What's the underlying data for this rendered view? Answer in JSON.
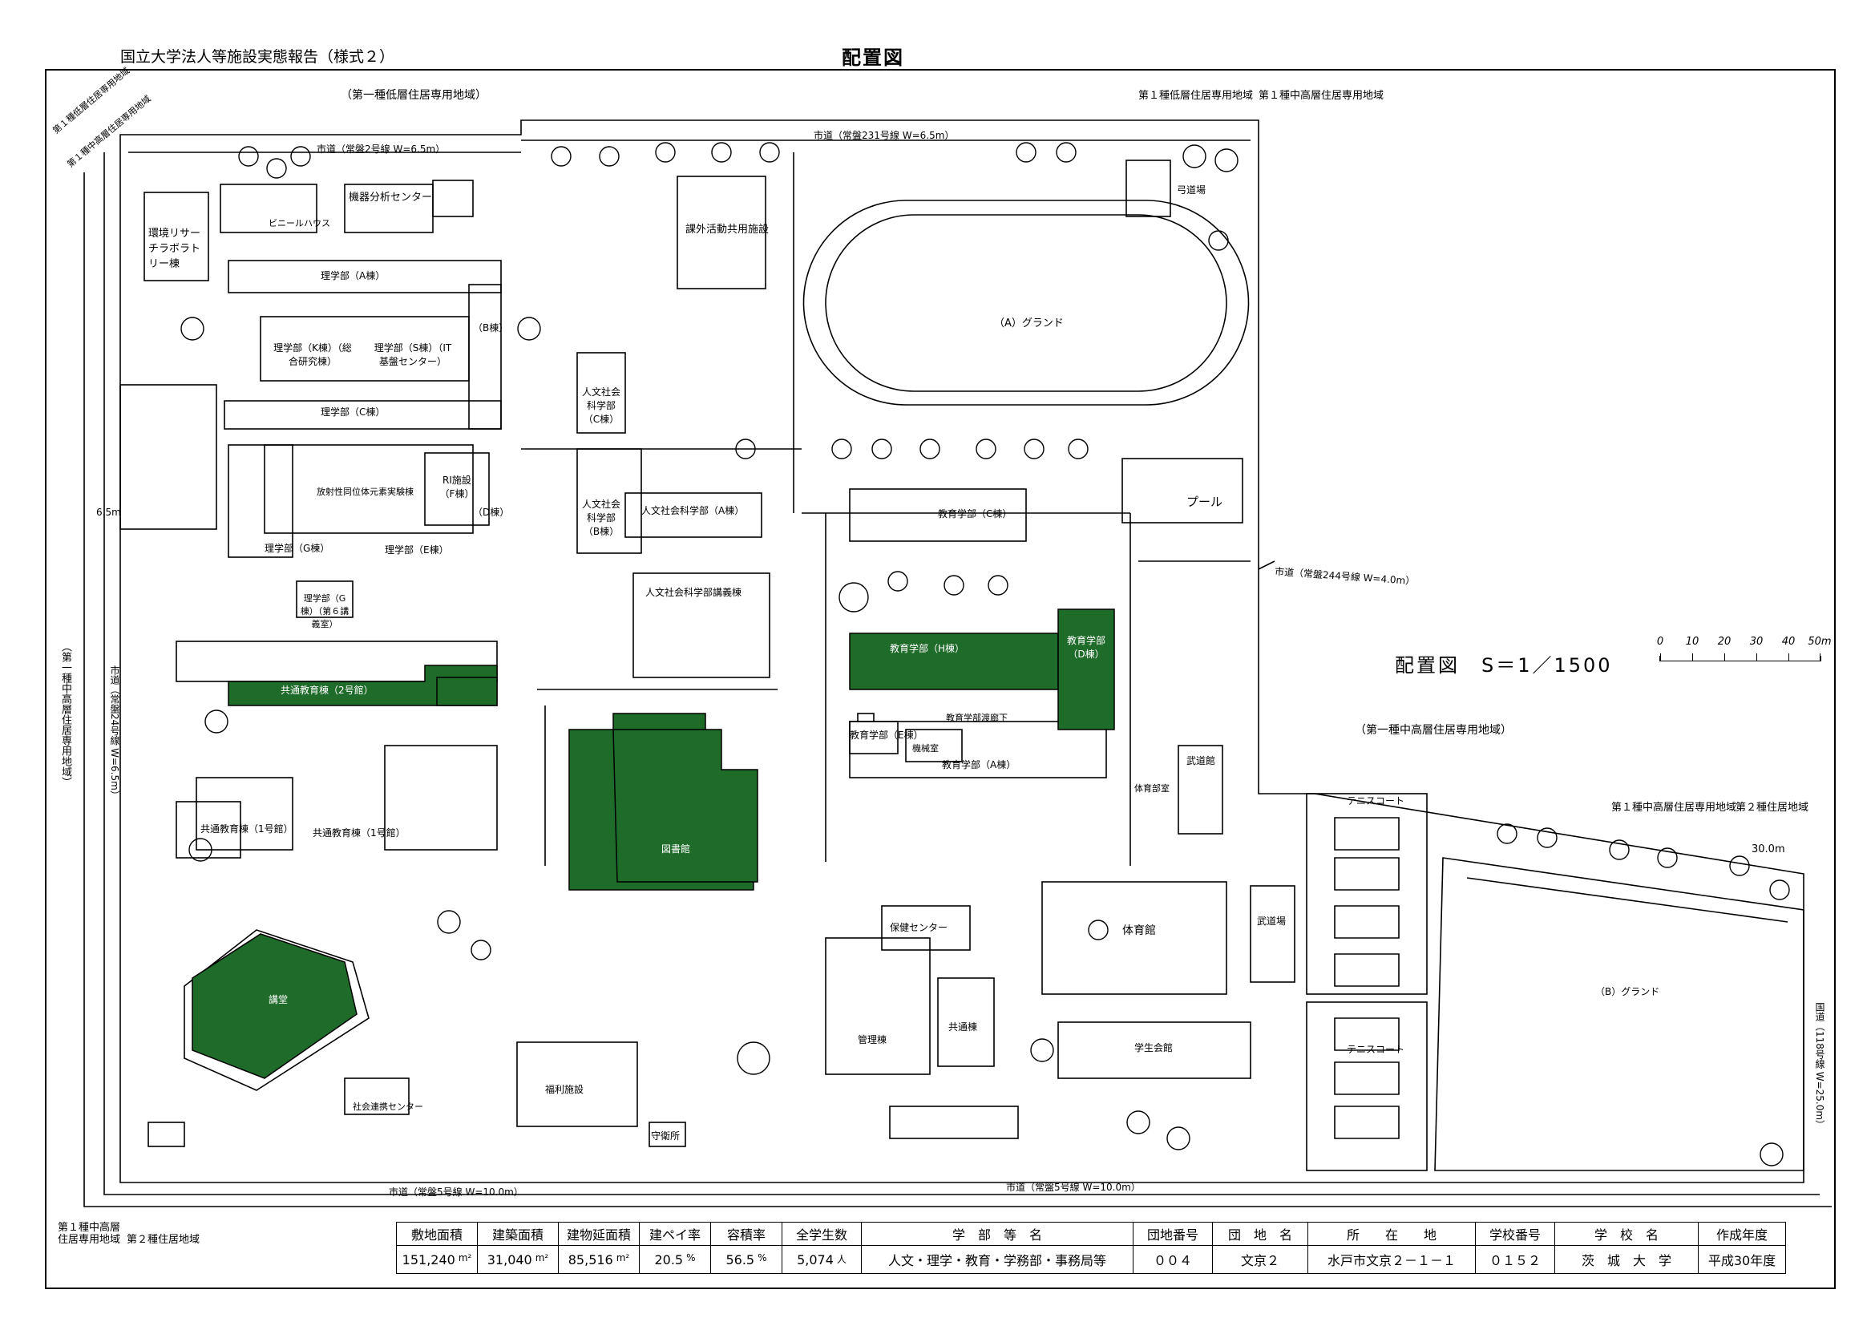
{
  "header": {
    "report_title": "国立大学法人等施設実態報告（様式２）",
    "page_title": "配置図"
  },
  "scale": {
    "title": "配置図　S＝1／1500",
    "ticks": [
      "0",
      "10",
      "20",
      "30",
      "40",
      "50m"
    ]
  },
  "zones": {
    "top_left": "（第一種低層住居専用地域）",
    "top_right_a": "第１種低層住居専用地域",
    "top_right_b": "第１種中高層住居専用地域",
    "corner_a": "第１種低層住居専用地域",
    "corner_b": "第１種中高層住居専用地域",
    "left_vertical": "（第一種中高層住居専用地域）",
    "middle_right": "（第一種中高層住居専用地域）",
    "right_a": "第１種中高層住居専用地域",
    "right_b": "第２種住居地域",
    "bottom_left_a": "第１種中高層住居専用地域",
    "bottom_left_b": "第２種住居地域"
  },
  "roads": {
    "north_1": "市道（常盤231号線 W=6.5m）",
    "north_2": "市道（常盤2号線 W=6.5m）",
    "east_mid": "市道（常盤244号線 W=4.0m）",
    "south_1": "市道（常盤5号線 W=10.0m）",
    "south_2": "市道（常盤5号線 W=10.0m）",
    "west": "市道（常盤24号線 W=6.5m）",
    "east": "国道（118号線 W=25.0m）",
    "width_30": "30.0m",
    "width_65": "6.5m"
  },
  "buildings": {
    "env_lab": "環境リサーチラボラトリー棟",
    "vinyl": "ビニールハウス",
    "analysis": "機器分析センター",
    "science_a": "理学部（A棟）",
    "science_k": "理学部（K棟）（総合研究棟）",
    "science_s": "理学部（S棟）（IT基盤センター）",
    "science_b": "（B棟）",
    "science_c": "理学部（C棟）",
    "ri": "RI施設（F棟）",
    "radiation": "放射性同位体元素実験棟",
    "science_g": "理学部（G棟）",
    "science_e": "理学部（E棟）",
    "science_d": "（D棟）",
    "science_g2": "理学部（G棟）（第６講義室）",
    "extracurricular": "課外活動共用施設",
    "hum_c": "人文社会科学部（C棟）",
    "hum_b": "人文社会科学部（B棟）",
    "hum_a": "人文社会科学部（A棟）",
    "hum_lecture": "人文社会科学部講義棟",
    "ground_a": "（A）グランド",
    "pool": "プール",
    "edu_c": "教育学部（C棟）",
    "edu_h": "教育学部（H棟）",
    "edu_d": "教育学部（D棟）",
    "edu_e": "教育学部（E棟）",
    "edu_a": "教育学部（A棟）",
    "edu_corridor": "教育学部渡廊下",
    "machine": "機械室",
    "common_2": "共通教育棟（2号館）",
    "common_1": "共通教育棟（1号館）",
    "common_1b": "共通教育棟（1号館）",
    "library": "図書館",
    "library_2": "図書館",
    "lecture_hall": "講堂",
    "health": "保健センター",
    "admin": "管理棟",
    "common": "共通棟",
    "gym": "体育館",
    "budo": "武道場",
    "budo_2": "武道館",
    "kyudo": "弓道場",
    "student_hall": "学生会館",
    "welfare": "福利施設",
    "social": "社会連携センター",
    "guard": "守衛所",
    "tennis_1": "テニスコート",
    "tennis_2": "テニスコート",
    "ground_b": "（B）グランド",
    "club": "体育部室"
  },
  "table": {
    "headers": [
      "敷地面積",
      "建築面積",
      "建物延面積",
      "建ペイ率",
      "容積率",
      "全学生数",
      "学　部　等　名",
      "団地番号",
      "団　地　名",
      "所　　在　　地",
      "学校番号",
      "学　校　名",
      "作成年度"
    ],
    "values": [
      "151,240",
      "31,040",
      "85,516",
      "20.5",
      "56.5",
      "5,074",
      "人文・理学・教育・学務部・事務局等",
      "００４",
      "文京２",
      "水戸市文京２－１－１",
      "０１５２",
      "茨　城　大　学",
      "平成30年度"
    ],
    "units": [
      "m²",
      "m²",
      "m²",
      "%",
      "%",
      "人"
    ]
  },
  "colors": {
    "ink": "#000000",
    "highlight": "#1f6b2a",
    "paper": "#ffffff"
  }
}
